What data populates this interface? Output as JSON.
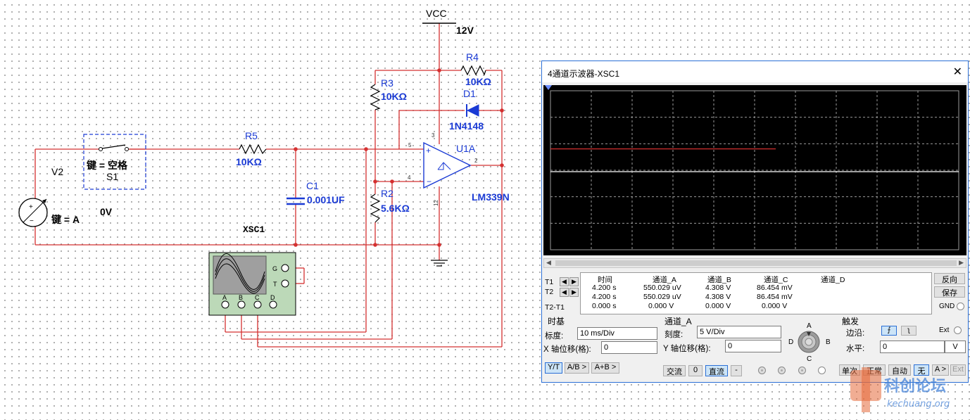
{
  "schematic": {
    "vcc_label": "VCC",
    "vcc_value": "12V",
    "r4": {
      "name": "R4",
      "value": "10KΩ"
    },
    "r3": {
      "name": "R3",
      "value": "10KΩ"
    },
    "d1": {
      "name": "D1",
      "value": "1N4148"
    },
    "r5": {
      "name": "R5",
      "value": "10KΩ"
    },
    "c1": {
      "name": "C1",
      "value": "0.001UF"
    },
    "r2": {
      "name": "R2",
      "value": "5.6KΩ"
    },
    "u1": {
      "name": "U1A",
      "value": "LM339N"
    },
    "v2": {
      "name": "V2",
      "key": "键 = A",
      "value": "0V"
    },
    "s1": {
      "name": "S1",
      "key": "键 = 空格"
    },
    "xsc1": {
      "name": "XSC1",
      "terminals": [
        "G",
        "T",
        "A",
        "B",
        "C",
        "D"
      ]
    },
    "pins": {
      "p3": "3",
      "p5": "5",
      "p4": "4",
      "p2": "2",
      "p12": "12"
    }
  },
  "oscilloscope": {
    "title": "4通道示波器-XSC1",
    "readout": {
      "headers": [
        "时间",
        "通道_A",
        "通道_B",
        "通道_C",
        "通道_D"
      ],
      "rows": [
        {
          "label": "T1",
          "values": [
            "4.200 s",
            "550.029 uV",
            "4.308 V",
            "86.454 mV",
            ""
          ]
        },
        {
          "label": "T2",
          "values": [
            "4.200 s",
            "550.029 uV",
            "4.308 V",
            "86.454 mV",
            ""
          ]
        },
        {
          "label": "T2-T1",
          "values": [
            "0.000 s",
            "0.000 V",
            "0.000 V",
            "0.000 V",
            ""
          ]
        }
      ]
    },
    "reverse_label": "反向",
    "save_label": "保存",
    "gnd_label": "GND",
    "timebase": {
      "section": "时基",
      "scale_label": "标度:",
      "scale_value": "10 ms/Div",
      "xpos_label": "X 轴位移(格):",
      "xpos_value": "0",
      "mode_buttons": [
        "Y/T",
        "A/B >",
        "A+B >"
      ]
    },
    "channel": {
      "section": "通道_A",
      "scale_label": "刻度:",
      "scale_value": "5  V/Div",
      "ypos_label": "Y 轴位移(格):",
      "ypos_value": "0",
      "coupling": [
        "交流",
        "0",
        "直流",
        "-"
      ],
      "knob_labels": [
        "A",
        "B",
        "C",
        "D"
      ]
    },
    "trigger": {
      "section": "触发",
      "edge_label": "边沿:",
      "level_label": "水平:",
      "level_value": "0",
      "level_unit": "V",
      "ext_label": "Ext",
      "mode_buttons": [
        "单次",
        "正常",
        "自动",
        "无",
        "A >",
        "Ext"
      ]
    }
  },
  "traces": [
    {
      "channel": "A",
      "color": "#ffffff",
      "level_div": 0.0
    },
    {
      "channel": "B",
      "color": "#d43030",
      "level_div": 0.86
    }
  ],
  "colors": {
    "wire": "#d43030",
    "component": "#1a3ad4",
    "screen": "#000000"
  },
  "watermark": {
    "brand": "科创论坛",
    "site": "kechuang.org"
  }
}
